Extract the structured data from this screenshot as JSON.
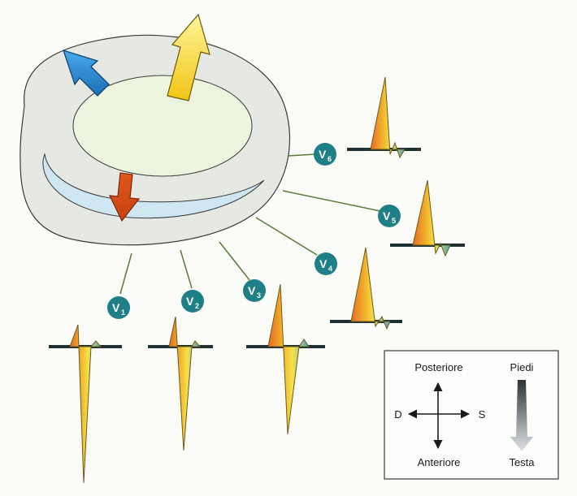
{
  "leads": [
    {
      "id": "V1",
      "letter": "V",
      "sub": "1"
    },
    {
      "id": "V2",
      "letter": "V",
      "sub": "2"
    },
    {
      "id": "V3",
      "letter": "V",
      "sub": "3"
    },
    {
      "id": "V4",
      "letter": "V",
      "sub": "4"
    },
    {
      "id": "V5",
      "letter": "V",
      "sub": "5"
    },
    {
      "id": "V6",
      "letter": "V",
      "sub": "6"
    }
  ],
  "legend": {
    "top": "Posteriore",
    "bottom": "Anteriore",
    "left": "D",
    "right": "S",
    "scale_top": "Piedi",
    "scale_bottom": "Testa"
  },
  "colors": {
    "lead_badge": "#1f7f86",
    "lead_line": "#5b7a3a",
    "heart_outer": "#e6e8e3",
    "heart_inner": "#eef5de",
    "septum": "#cfe6f3",
    "vector_left": "#2a87d1",
    "vector_up": "#f5e11b",
    "vector_down": "#e0561b",
    "baseline": "#1f2f33"
  }
}
